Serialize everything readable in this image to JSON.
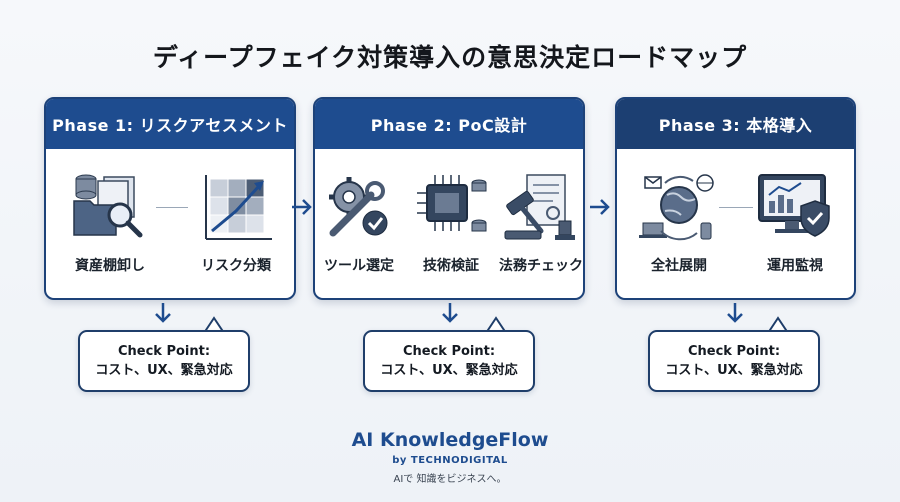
{
  "title": "ディープフェイク対策導入の意思決定ロードマップ",
  "phases": [
    {
      "header": "Phase 1: リスクアセスメント",
      "steps": [
        {
          "label": "資産棚卸し",
          "icon": "documents-magnifier-icon"
        },
        {
          "label": "リスク分類",
          "icon": "risk-matrix-icon"
        }
      ],
      "check_title": "Check Point:",
      "check_text": "コスト、UX、緊急対応"
    },
    {
      "header": "Phase 2: PoC設計",
      "steps": [
        {
          "label": "ツール選定",
          "icon": "gears-wrench-icon"
        },
        {
          "label": "技術検証",
          "icon": "chip-database-icon"
        },
        {
          "label": "法務チェック",
          "icon": "gavel-contract-icon"
        }
      ],
      "check_title": "Check Point:",
      "check_text": "コスト、UX、緊急対応"
    },
    {
      "header": "Phase 3: 本格導入",
      "steps": [
        {
          "label": "全社展開",
          "icon": "globe-devices-icon"
        },
        {
          "label": "運用監視",
          "icon": "monitor-shield-icon"
        }
      ],
      "check_title": "Check Point:",
      "check_text": "コスト、UX、緊急対応"
    }
  ],
  "brand": {
    "name": "AI KnowledgeFlow",
    "by": "by TECHNODIGITAL",
    "tagline": "AIで 知識をビジネスへ。"
  },
  "colors": {
    "primary": "#1e4c8f",
    "dark": "#1c3f72",
    "border": "#1d4279"
  }
}
